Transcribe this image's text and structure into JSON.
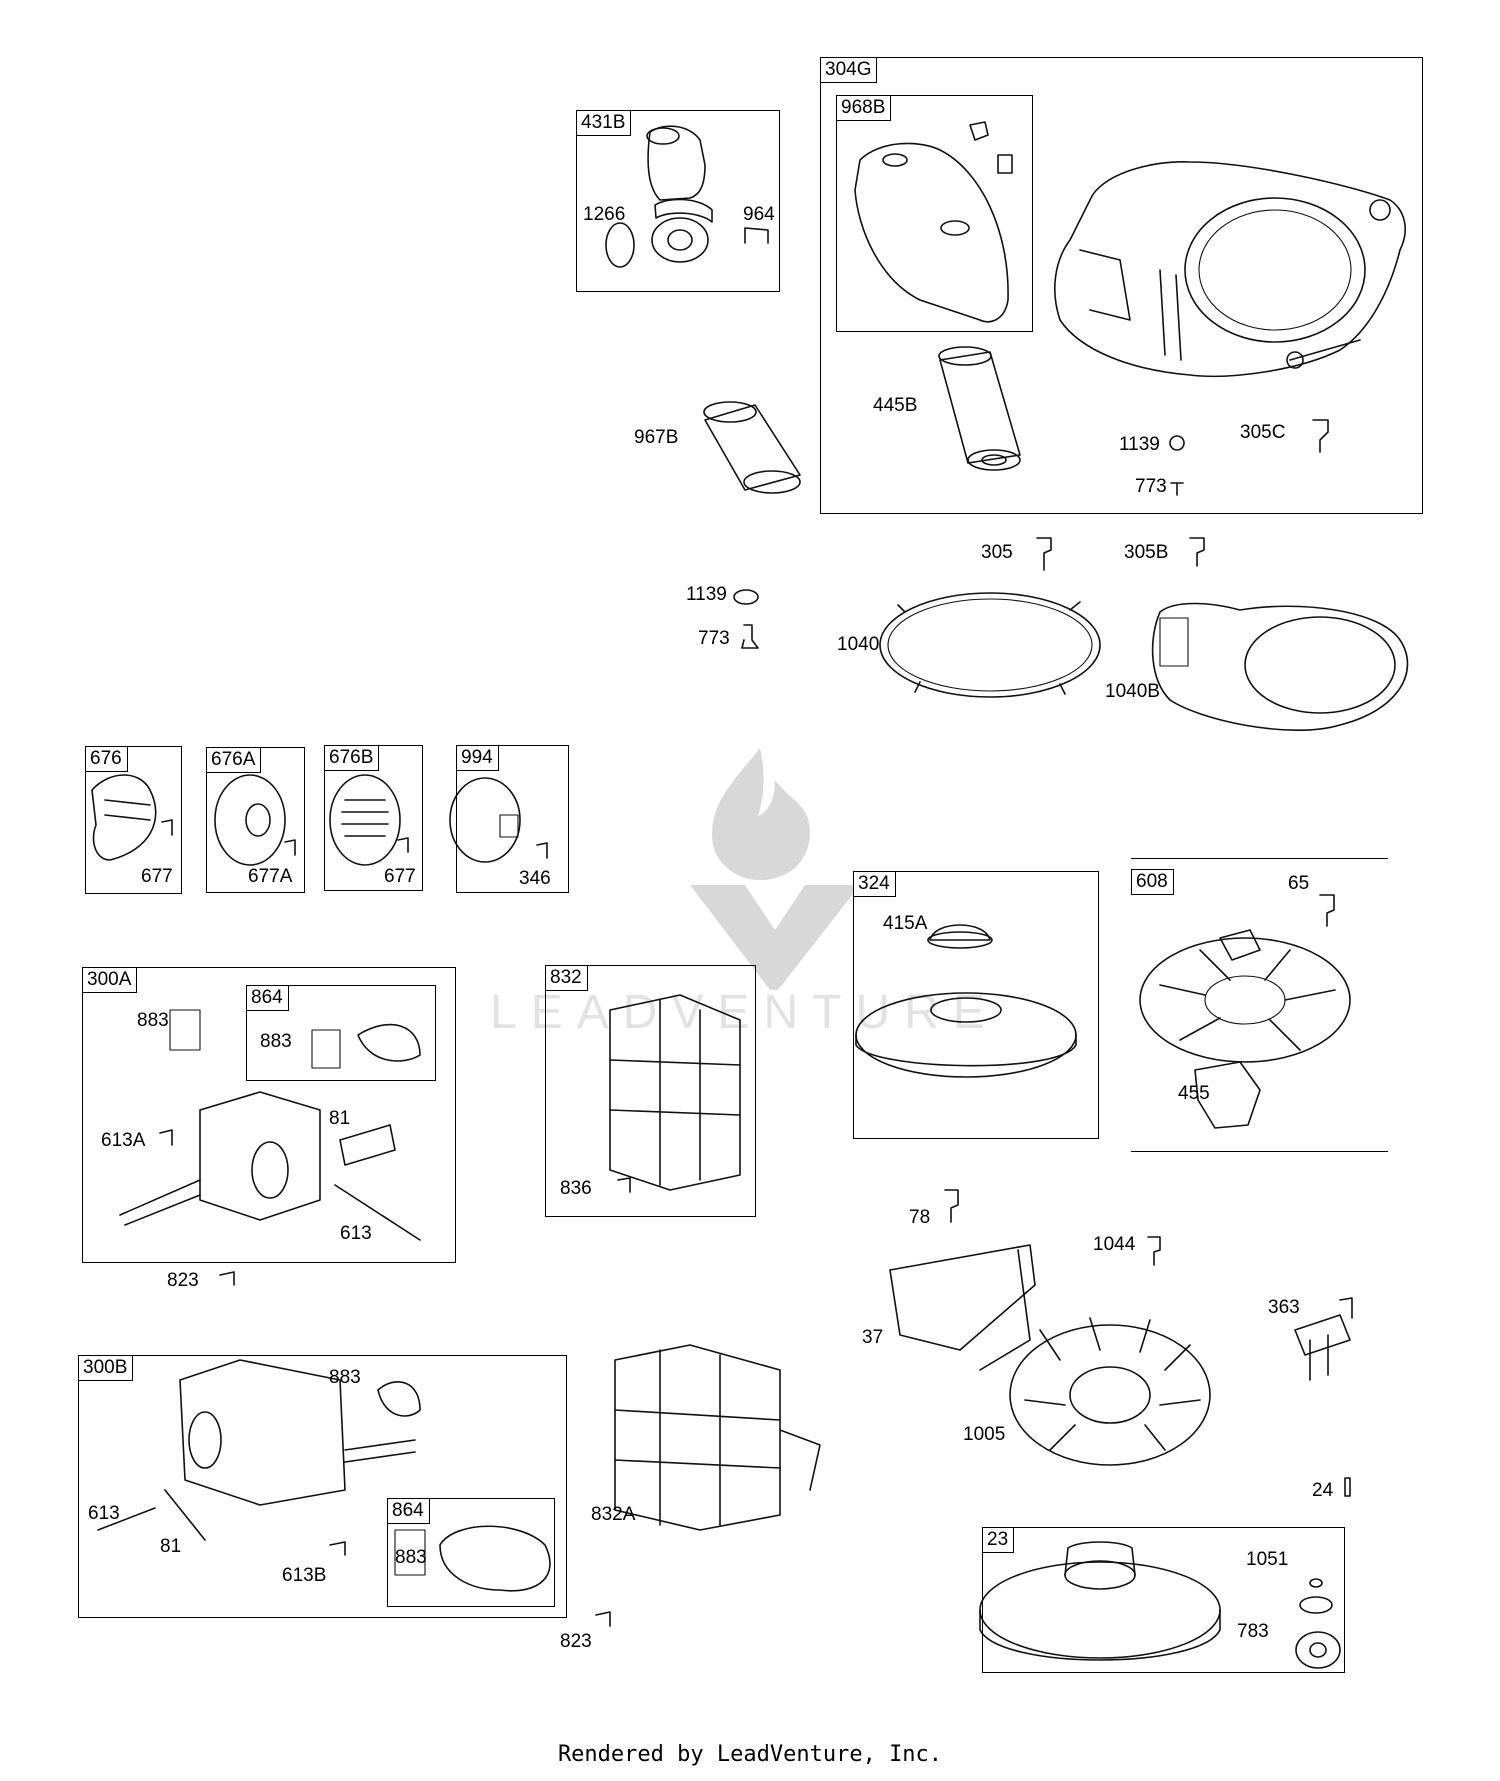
{
  "boxes": [
    {
      "id": "431B",
      "label": "431B"
    },
    {
      "id": "304G",
      "label": "304G"
    },
    {
      "id": "968B",
      "label": "968B"
    },
    {
      "id": "676",
      "label": "676"
    },
    {
      "id": "676A",
      "label": "676A"
    },
    {
      "id": "676B",
      "label": "676B"
    },
    {
      "id": "994",
      "label": "994"
    },
    {
      "id": "324",
      "label": "324"
    },
    {
      "id": "608",
      "label": "608"
    },
    {
      "id": "300A",
      "label": "300A"
    },
    {
      "id": "864a",
      "label": "864"
    },
    {
      "id": "832",
      "label": "832"
    },
    {
      "id": "300B",
      "label": "300B"
    },
    {
      "id": "864b",
      "label": "864"
    },
    {
      "id": "23",
      "label": "23"
    }
  ],
  "callouts": {
    "c1266": "1266",
    "c964": "964",
    "c967B": "967B",
    "c445B": "445B",
    "c1139a": "1139",
    "c305C": "305C",
    "c773a": "773",
    "c305": "305",
    "c305B": "305B",
    "c1139b": "1139",
    "c773b": "773",
    "c1040": "1040",
    "c1040B": "1040B",
    "c677a": "677",
    "c677A": "677A",
    "c677b": "677",
    "c346": "346",
    "c415A": "415A",
    "c65": "65",
    "c455": "455",
    "c883a": "883",
    "c883b": "883",
    "c613A": "613A",
    "c81a": "81",
    "c613a": "613",
    "c823a": "823",
    "c836": "836",
    "c78": "78",
    "c1044": "1044",
    "c37": "37",
    "c363": "363",
    "c1005": "1005",
    "c24": "24",
    "c883c": "883",
    "c613b": "613",
    "c81b": "81",
    "c613B": "613B",
    "c883d": "883",
    "c832A": "832A",
    "c823b": "823",
    "c1051": "1051",
    "c783": "783"
  },
  "watermark": "LEADVENTURE",
  "footer": "Rendered by LeadVenture, Inc."
}
